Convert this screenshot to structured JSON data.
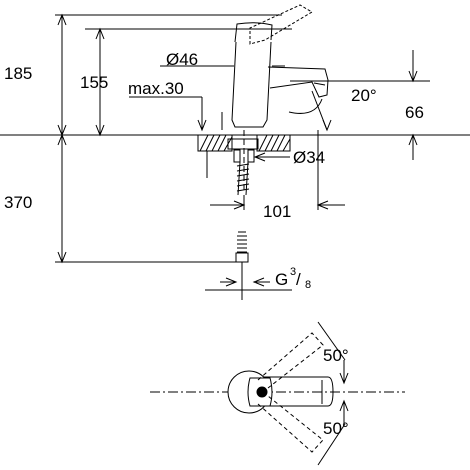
{
  "drawing": {
    "dimensions": {
      "total_height": "185",
      "spout_height": "155",
      "deck_thickness": "max.30",
      "hole_diameter": "Ø46",
      "spout_angle": "20°",
      "spout_clearance": "66",
      "base_diameter": "Ø34",
      "spout_projection": "101",
      "hose_length": "370",
      "connection_main": "G",
      "connection_num": "3",
      "connection_den": "8",
      "lever_angle_back": "50°",
      "lever_angle_front": "50°"
    }
  }
}
